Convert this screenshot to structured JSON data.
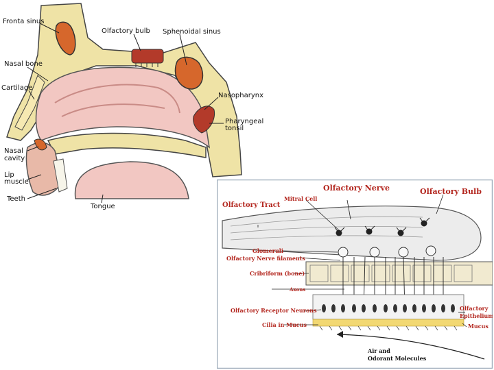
{
  "nasal_diagram": {
    "labels": {
      "frontal_sinus": "Fronta sinus",
      "olfactory_bulb": "Olfactory bulb",
      "sphenoidal_sinus": "Sphenoidal sinus",
      "nasal_bone": "Nasal bone",
      "cartilage": "Cartilage",
      "nasopharynx": "Nasopharynx",
      "pharyngeal_tonsil_1": "Pharyngeal",
      "pharyngeal_tonsil_2": "tonsil",
      "nasal_cavity_1": "Nasal",
      "nasal_cavity_2": "cavity",
      "lip_muscle_1": "Lip",
      "lip_muscle_2": "muscle",
      "teeth": "Teeth",
      "tongue": "Tongue"
    }
  },
  "olfactory_diagram": {
    "labels": {
      "olfactory_nerve": "Olfactory Nerve",
      "olfactory_bulb": "Olfactory Bulb",
      "mitral_cell": "Mitral Cell",
      "olfactory_tract": "Olfactory Tract",
      "glomeruli": "Glomeruli",
      "nerve_filaments": "Olfactory Nerve filaments",
      "cribriform": "Cribriform (bone)",
      "axons": "Axons",
      "receptor_neurons": "Olfactory Receptor Neurons",
      "cilia": "Cilia in Mucus",
      "epithelium_1": "Olfactory",
      "epithelium_2": "Epithelium",
      "mucus": "Mucus",
      "air_1": "Air and",
      "air_2": "Odorant Molecules"
    }
  },
  "colors": {
    "bone": "#efe3a6",
    "flesh": "#f2c7c2",
    "tissue_red": "#c0392b",
    "label_red": "#b3261e"
  }
}
